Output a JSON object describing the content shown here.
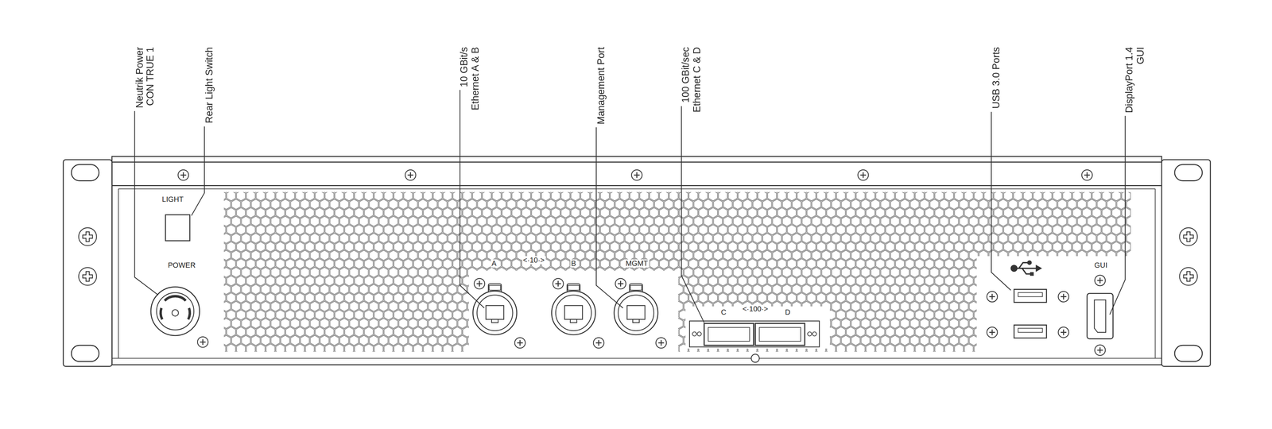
{
  "diagram": {
    "labels": [
      "Neutrik Power",
      "CON TRUE 1",
      "Rear Light Switch",
      "10 GBit/s",
      "Ethernet A & B",
      "Management Port",
      "100 GBit/sec",
      "Ethernet C & D",
      "USB 3.0 Ports",
      "DisplayPort 1.4",
      "GUI",
      "LIGHT",
      "POWER",
      "A",
      "<·10·>",
      "B",
      "MGMT",
      "C",
      "<·100·>",
      "D",
      "GUI"
    ]
  }
}
